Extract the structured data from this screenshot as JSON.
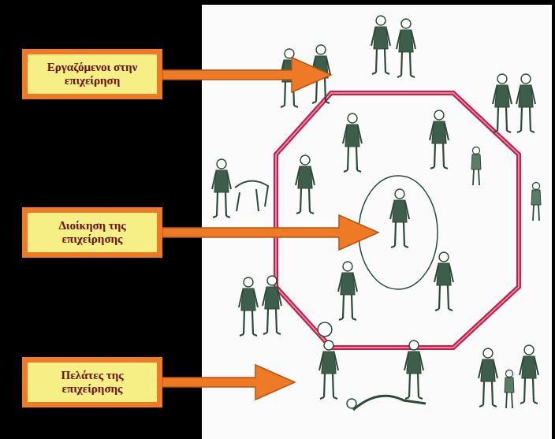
{
  "diagram": {
    "nodes": [
      {
        "text": [
          "Εργαζόμενοι στην επιχείρηση"
        ]
      },
      {
        "text": [
          "Διοίκηση της επιχείρησης"
        ]
      },
      {
        "text": [
          "Πελάτες της επιχείρησης"
        ]
      }
    ]
  }
}
